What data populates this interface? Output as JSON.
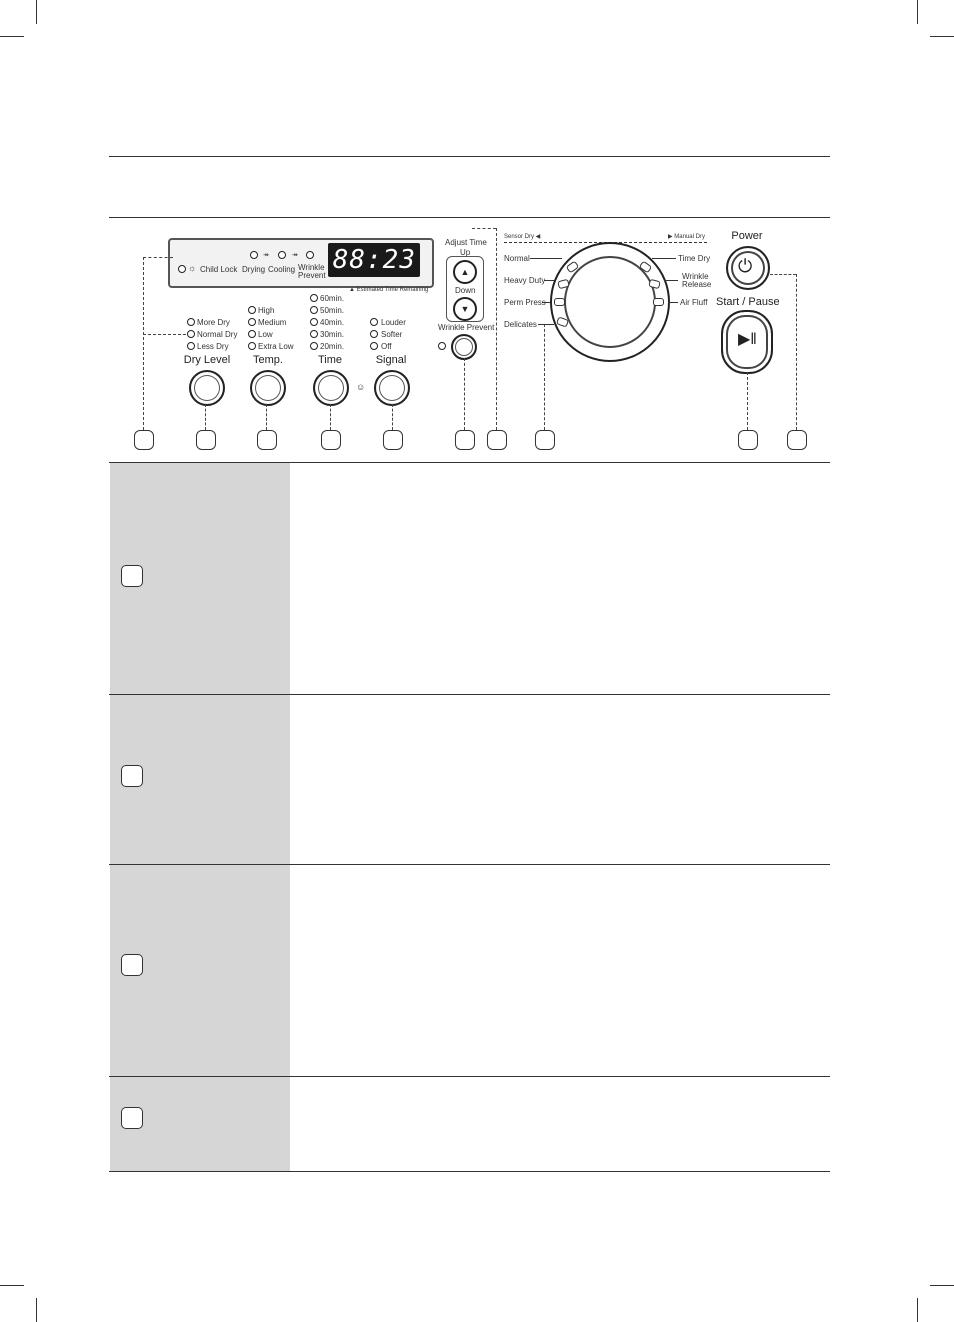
{
  "display": {
    "child_lock": "Child Lock",
    "drying": "Drying",
    "cooling": "Cooling",
    "wrinkle_prevent_line1": "Wrinkle",
    "wrinkle_prevent_line2": "Prevent",
    "arrow": "↠",
    "digits": "88:23",
    "estimated": "▲ Estimated Time Remaining"
  },
  "dry_level": {
    "title": "Dry Level",
    "options": [
      "More Dry",
      "Normal Dry",
      "Less Dry"
    ]
  },
  "temp": {
    "title": "Temp.",
    "options": [
      "High",
      "Medium",
      "Low",
      "Extra Low"
    ]
  },
  "time": {
    "title": "Time",
    "options": [
      "60min.",
      "50min.",
      "40min.",
      "30min.",
      "20min."
    ]
  },
  "signal": {
    "title": "Signal",
    "options": [
      "Louder",
      "Softer",
      "Off"
    ]
  },
  "adjust_time": {
    "title": "Adjust Time",
    "up": "Up",
    "down": "Down",
    "up_glyph": "▲",
    "down_glyph": "▼"
  },
  "wrinkle_prevent": {
    "title": "Wrinkle Prevent"
  },
  "cycle_dial": {
    "sensor_dry": "Sensor Dry ◀",
    "manual_dry": "▶ Manual Dry",
    "left": [
      "Normal",
      "Heavy Duty",
      "Perm Press",
      "Delicates"
    ],
    "right_time_dry": "Time Dry",
    "right_wrinkle_line1": "Wrinkle",
    "right_wrinkle_line2": "Release",
    "right_air_fluff": "Air Fluff"
  },
  "power": {
    "title": "Power"
  },
  "start_pause": {
    "title": "Start / Pause"
  }
}
